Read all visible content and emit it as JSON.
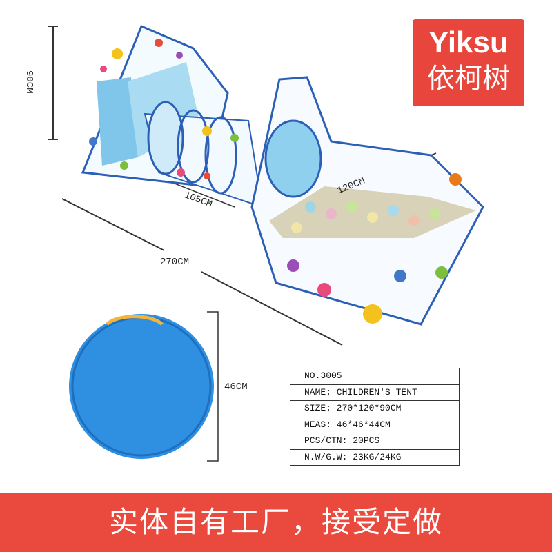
{
  "brand": {
    "name": "Yiksu",
    "chinese": "依柯树"
  },
  "dimensions": {
    "height": "90CM",
    "tunnel": "105CM",
    "pool": "120CM",
    "total": "270CM",
    "bag": "46CM"
  },
  "spec_rows": [
    "NO.3005",
    "NAME: CHILDREN'S TENT",
    "SIZE: 270*120*90CM",
    "MEAS: 46*46*44CM",
    "PCS/CTN: 20PCS",
    "N.W/G.W: 23KG/24KG"
  ],
  "banner": "实体自有工厂，接受定做",
  "colors": {
    "brand_red": "#e8463c",
    "tent_blue": "#8fd0ee",
    "bag_blue": "#2f8fe0",
    "trim": "#2c5fb6"
  }
}
